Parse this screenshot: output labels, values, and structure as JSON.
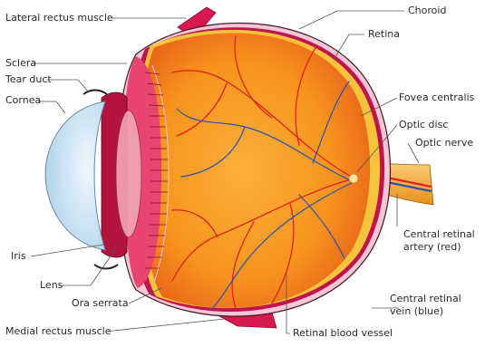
{
  "diagram": {
    "labels": {
      "lateral_rectus": "Lateral rectus muscle",
      "sclera": "Sclera",
      "tear_duct": "Tear duct",
      "cornea": "Cornea",
      "iris": "Iris",
      "lens": "Lens",
      "ora_serrata": "Ora serrata",
      "medial_rectus": "Medial rectus muscle",
      "choroid": "Choroid",
      "retina": "Retina",
      "fovea": "Fovea centralis",
      "optic_disc": "Optic disc",
      "optic_nerve": "Optic nerve",
      "artery_line1": "Central retinal",
      "artery_line2": "artery (red)",
      "vein_line1": "Central retinal",
      "vein_line2": "vein (blue)",
      "retinal_vessel": "Retinal blood vessel"
    },
    "colors": {
      "sclera": "#f7c6d6",
      "choroid": "#c0144e",
      "retina": "#f6c33a",
      "vitreous": "#f7941d",
      "cornea": "#cfe6f5",
      "muscle": "#d7194f",
      "artery": "#e0221c",
      "vein": "#2a4fb0",
      "nerve": "#f6a623"
    }
  }
}
